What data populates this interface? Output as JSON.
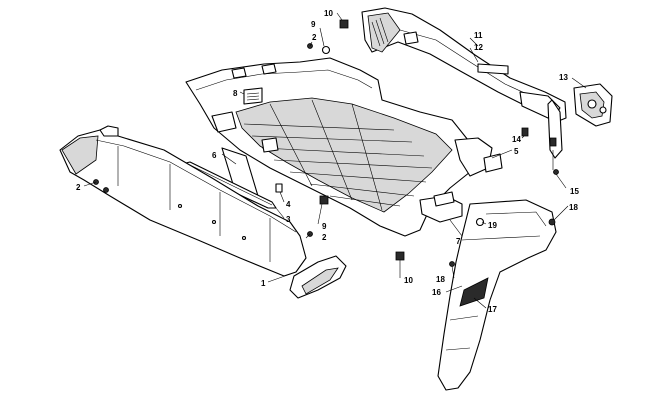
{
  "callouts": [
    {
      "id": "c1",
      "label": "1"
    },
    {
      "id": "c2a",
      "label": "2"
    },
    {
      "id": "c2b",
      "label": "2"
    },
    {
      "id": "c2c",
      "label": "2"
    },
    {
      "id": "c3",
      "label": "3"
    },
    {
      "id": "c4",
      "label": "4"
    },
    {
      "id": "c5",
      "label": "5"
    },
    {
      "id": "c6",
      "label": "6"
    },
    {
      "id": "c7",
      "label": "7"
    },
    {
      "id": "c8",
      "label": "8"
    },
    {
      "id": "c9a",
      "label": "9"
    },
    {
      "id": "c9b",
      "label": "9"
    },
    {
      "id": "c10a",
      "label": "10"
    },
    {
      "id": "c10b",
      "label": "10"
    },
    {
      "id": "c11",
      "label": "11"
    },
    {
      "id": "c12",
      "label": "12"
    },
    {
      "id": "c13",
      "label": "13"
    },
    {
      "id": "c14",
      "label": "14"
    },
    {
      "id": "c15",
      "label": "15"
    },
    {
      "id": "c16",
      "label": "16"
    },
    {
      "id": "c17",
      "label": "17"
    },
    {
      "id": "c18a",
      "label": "18"
    },
    {
      "id": "c18b",
      "label": "18"
    },
    {
      "id": "c19",
      "label": "19"
    }
  ]
}
